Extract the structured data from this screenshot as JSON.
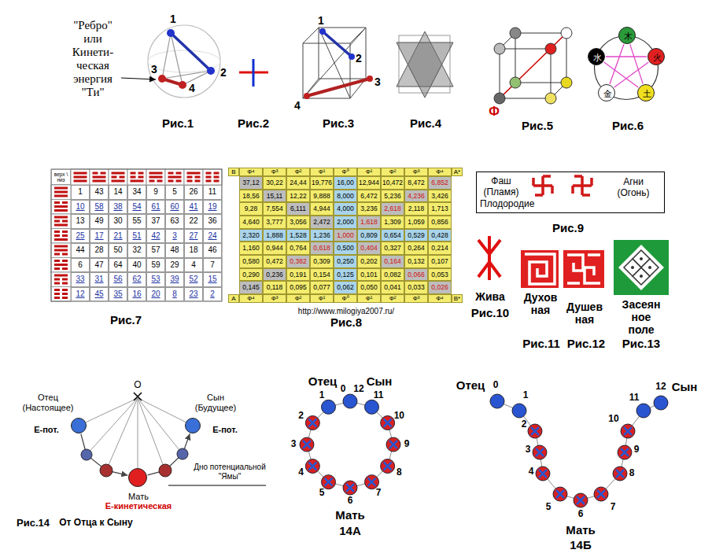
{
  "diagram": {
    "nodes": [
      {
        "text": [
          "Фаш (Пламя)",
          "Плодородие",
          "Агни (Огонь)"
        ]
      },
      {
        "text": [
          "木"
        ]
      },
      {
        "text": [
          "水"
        ]
      },
      {
        "text": [
          "火"
        ]
      },
      {
        "text": [
          "金"
        ]
      },
      {
        "text": [
          "土"
        ]
      },
      {
        "text": [
          "Отец (Настоящее)",
          "Е-пот."
        ]
      },
      {
        "text": [
          "Сын (Будущее)",
          "Е-пот."
        ]
      },
      {
        "text": [
          "Мать",
          "Е-кинетическая"
        ]
      }
    ],
    "edges": [
      {
        "from": 1,
        "to": 4,
        "arrow": "none"
      },
      {
        "from": 1,
        "to": 5,
        "arrow": "none"
      },
      {
        "from": 2,
        "to": 3,
        "arrow": "none"
      },
      {
        "from": 2,
        "to": 5,
        "arrow": "none"
      },
      {
        "from": 3,
        "to": 4,
        "arrow": "none"
      },
      {
        "from": 6,
        "to": 8,
        "arrow": "to"
      },
      {
        "from": 8,
        "to": 7,
        "arrow": "to"
      }
    ],
    "labels": [
      "\"Ребро\" или Кинети- ческая энергия \"Ти\"",
      "1",
      "2",
      "3",
      "4",
      "Рис.1",
      "Рис.2",
      "1",
      "2",
      "3",
      "4",
      "Рис.3",
      "Рис.4",
      "Ф",
      "Рис.5",
      "Рис.6",
      "верх \\ низ",
      "1",
      "43",
      "14",
      "34",
      "9",
      "5",
      "26",
      "11",
      "10",
      "58",
      "38",
      "54",
      "61",
      "60",
      "41",
      "19",
      "13",
      "49",
      "30",
      "55",
      "37",
      "63",
      "22",
      "36",
      "25",
      "17",
      "21",
      "51",
      "42",
      "3",
      "27",
      "24",
      "44",
      "28",
      "50",
      "32",
      "57",
      "48",
      "18",
      "46",
      "6",
      "47",
      "64",
      "40",
      "59",
      "29",
      "4",
      "7",
      "33",
      "31",
      "56",
      "62",
      "53",
      "39",
      "52",
      "15",
      "12",
      "45",
      "35",
      "16",
      "20",
      "8",
      "23",
      "2",
      "Рис.7",
      "B",
      "Ф⁴",
      "Ф³",
      "Ф²",
      "Ф¹",
      "Ф⁰",
      "Ф¹",
      "Ф²",
      "Ф³",
      "Ф⁴",
      "A*",
      "37,12",
      "30,22",
      "24,44",
      "19,776",
      "16,00",
      "12,944",
      "10,472",
      "8,472",
      "6,852",
      "18,56",
      "15,11",
      "12,22",
      "9,888",
      "8,000",
      "6,472",
      "5,236",
      "4,236",
      "3,426",
      "9,28",
      "7,554",
      "6,111",
      "4,944",
      "4,000",
      "3,236",
      "2,618",
      "2,118",
      "1,713",
      "4,640",
      "3,777",
      "3,056",
      "2,472",
      "2,000",
      "1,618",
      "1,309",
      "1,059",
      "0,856",
      "2,320",
      "1,888",
      "1,528",
      "1,236",
      "1,000",
      "0,809",
      "0,654",
      "0,529",
      "0,428",
      "1,160",
      "0,944",
      "0,764",
      "0,618",
      "0,500",
      "0,404",
      "0,327",
      "0,264",
      "0,214",
      "0,580",
      "0,472",
      "0,382",
      "0,309",
      "0,250",
      "0,202",
      "0,164",
      "0,132",
      "0,107",
      "0,290",
      "0,236",
      "0,191",
      "0,154",
      "0,125",
      "0,101",
      "0,082",
      "0,066",
      "0,053",
      "0,145",
      "0,118",
      "0,095",
      "0,077",
      "0,062",
      "0,050",
      "0,041",
      "0,033",
      "0,026",
      "A",
      "Ф⁴",
      "Ф³",
      "Ф²",
      "Ф¹",
      "Ф⁰",
      "Ф¹",
      "Ф²",
      "Ф³",
      "Ф⁴",
      "B*",
      "http://www.milogiya2007.ru/",
      "Рис.8",
      "Рис.9",
      "Жива",
      "Рис.10",
      "Духов ная",
      "Рис.11",
      "Душев ная",
      "Рис.12",
      "Засеян ное поле",
      "Рис.13",
      "О",
      "Дно потенциальной \"Ямы\"",
      "Рис.14",
      "От Отца к Сыну",
      "Отец",
      "Сын",
      "0",
      "1",
      "2",
      "3",
      "4",
      "5",
      "6",
      "7",
      "8",
      "9",
      "10",
      "11",
      "12",
      "Мать",
      "14А",
      "Отец",
      "0",
      "1",
      "2",
      "3",
      "4",
      "5",
      "6",
      "7",
      "8",
      "9",
      "10",
      "11",
      "12",
      "Сын",
      "Мать",
      "14Б"
    ]
  }
}
